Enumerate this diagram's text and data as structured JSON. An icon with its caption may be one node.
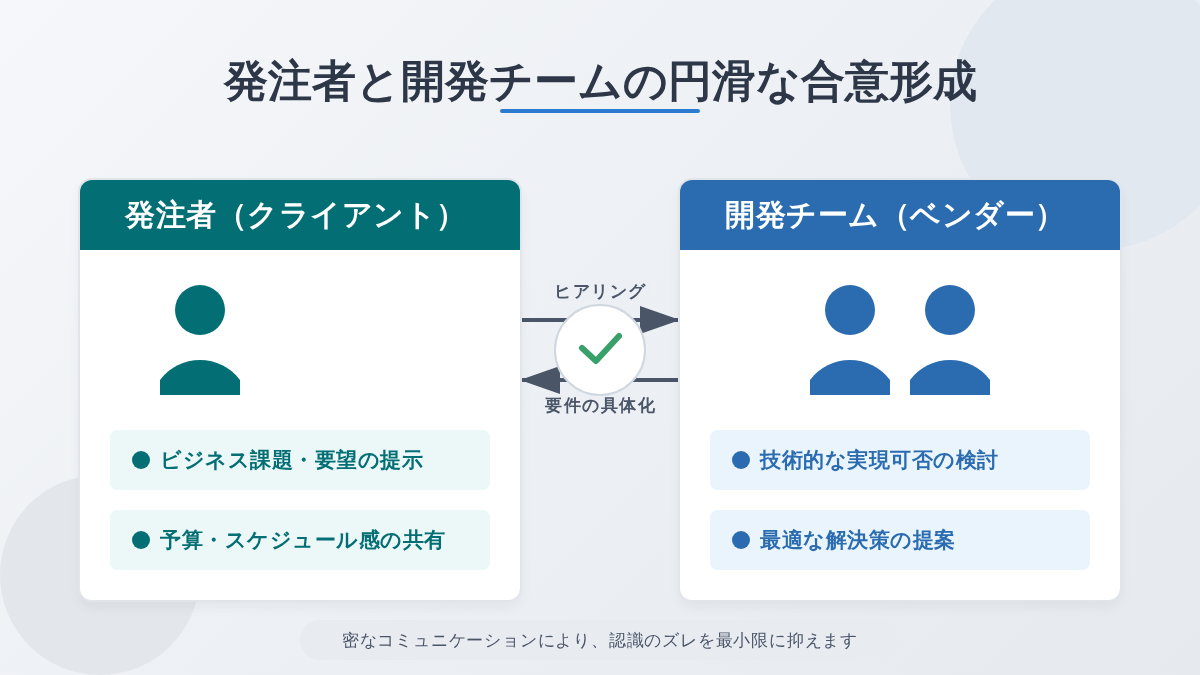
{
  "diagram": {
    "title": "発注者と開発チームの円滑な合意形成",
    "caption": "密なコミュニケーションにより、認識のズレを最小限に抑えます",
    "nodes": [
      {
        "text": [
          "発注者（クライアント）"
        ]
      },
      {
        "text": [
          "ビジネス課題・要望の提示"
        ],
        "in": 0
      },
      {
        "text": [
          "予算・スケジュール感の共有"
        ],
        "in": 0
      },
      {
        "text": [
          "開発チーム（ベンダー）"
        ]
      },
      {
        "text": [
          "技術的な実現可否の検討"
        ],
        "in": 3
      },
      {
        "text": [
          "最適な解決策の提案"
        ],
        "in": 3
      }
    ],
    "edges": [
      {
        "from": 0,
        "to": 3,
        "arrow": "to",
        "label": "ヒアリング"
      },
      {
        "from": 3,
        "to": 0,
        "arrow": "to",
        "label": "要件の具体化"
      }
    ]
  }
}
